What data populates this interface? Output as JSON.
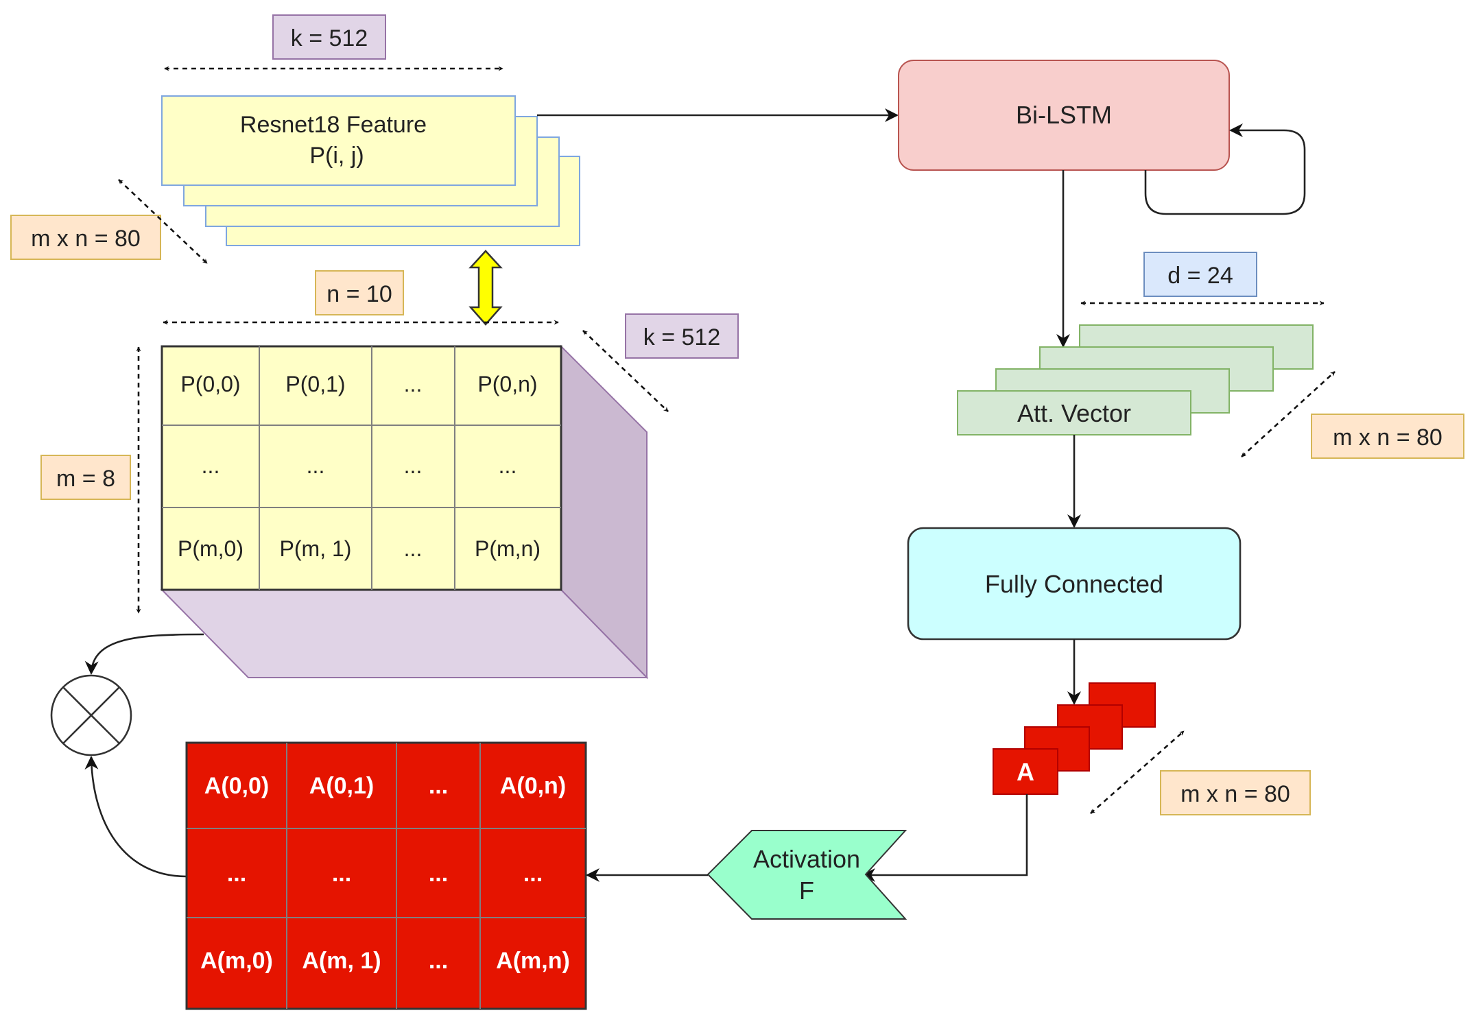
{
  "feature_stack": {
    "line1": "Resnet18 Feature",
    "line2": "P(i, j)"
  },
  "labels": {
    "k_top": "k = 512",
    "mxn_left": "m x n = 80",
    "n": "n = 10",
    "k_cube": "k = 512",
    "m": "m = 8",
    "d": "d = 24",
    "mxn_att": "m x n = 80",
    "mxn_a": "m x n = 80"
  },
  "bilstm": {
    "label": "Bi-LSTM"
  },
  "att_vector": {
    "label": "Att. Vector"
  },
  "fully_connected": {
    "label": "Fully Connected"
  },
  "a_block": {
    "label": "A"
  },
  "activation": {
    "line1": "Activation",
    "line2": "F"
  },
  "p_grid": [
    [
      "P(0,0)",
      "P(0,1)",
      "...",
      "P(0,n)"
    ],
    [
      "...",
      "...",
      "...",
      "..."
    ],
    [
      "P(m,0)",
      "P(m, 1)",
      "...",
      "P(m,n)"
    ]
  ],
  "a_grid": [
    [
      "A(0,0)",
      "A(0,1)",
      "...",
      "A(0,n)"
    ],
    [
      "...",
      "...",
      "...",
      "..."
    ],
    [
      "A(m,0)",
      "A(m, 1)",
      "...",
      "A(m,n)"
    ]
  ],
  "colors": {
    "feature_fill": "#ffffc7",
    "feature_stroke": "#7ea6e0",
    "cube_side": "#cbb9d1",
    "cube_bottom": "#e0d3e6",
    "bilstm_fill": "#f8cecc",
    "bilstm_stroke": "#b85450",
    "att_fill": "#d5e8d4",
    "att_stroke": "#82b366",
    "fc_fill": "#ccffff",
    "a_red": "#e51400",
    "activation_fill": "#99ffcc",
    "label_orange_fill": "#ffe6cc",
    "label_orange_stroke": "#d6b656",
    "label_purple_fill": "#e1d5e7",
    "label_purple_stroke": "#9673a6",
    "label_blue_fill": "#dae8fc",
    "label_blue_stroke": "#6c8ebf",
    "double_arrow": "#ffff00"
  }
}
